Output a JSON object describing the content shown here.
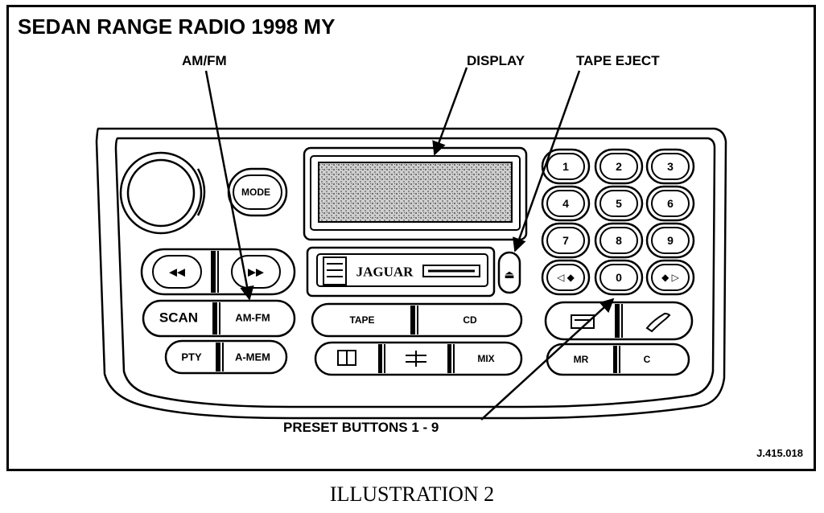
{
  "title": "SEDAN RANGE RADIO 1998 MY",
  "callouts": {
    "am_fm": "AM/FM",
    "display": "DISPLAY",
    "tape_eject": "TAPE EJECT",
    "preset_buttons": "PRESET BUTTONS 1 - 9"
  },
  "reference_code": "J.415.018",
  "caption": "ILLUSTRATION 2",
  "radio": {
    "mode": "MODE",
    "scan": "SCAN",
    "am_fm": "AM-FM",
    "pty": "PTY",
    "a_mem": "A-MEM",
    "cassette_brand": "JAGUAR",
    "tape": "TAPE",
    "cd": "CD",
    "mix": "MIX",
    "mr": "MR",
    "c": "C",
    "seek_left": "◁ ◆",
    "seek_right": "◆ ▷",
    "eject_symbol": "⏏",
    "keypad": [
      "1",
      "2",
      "3",
      "4",
      "5",
      "6",
      "7",
      "8",
      "9",
      "0"
    ]
  }
}
